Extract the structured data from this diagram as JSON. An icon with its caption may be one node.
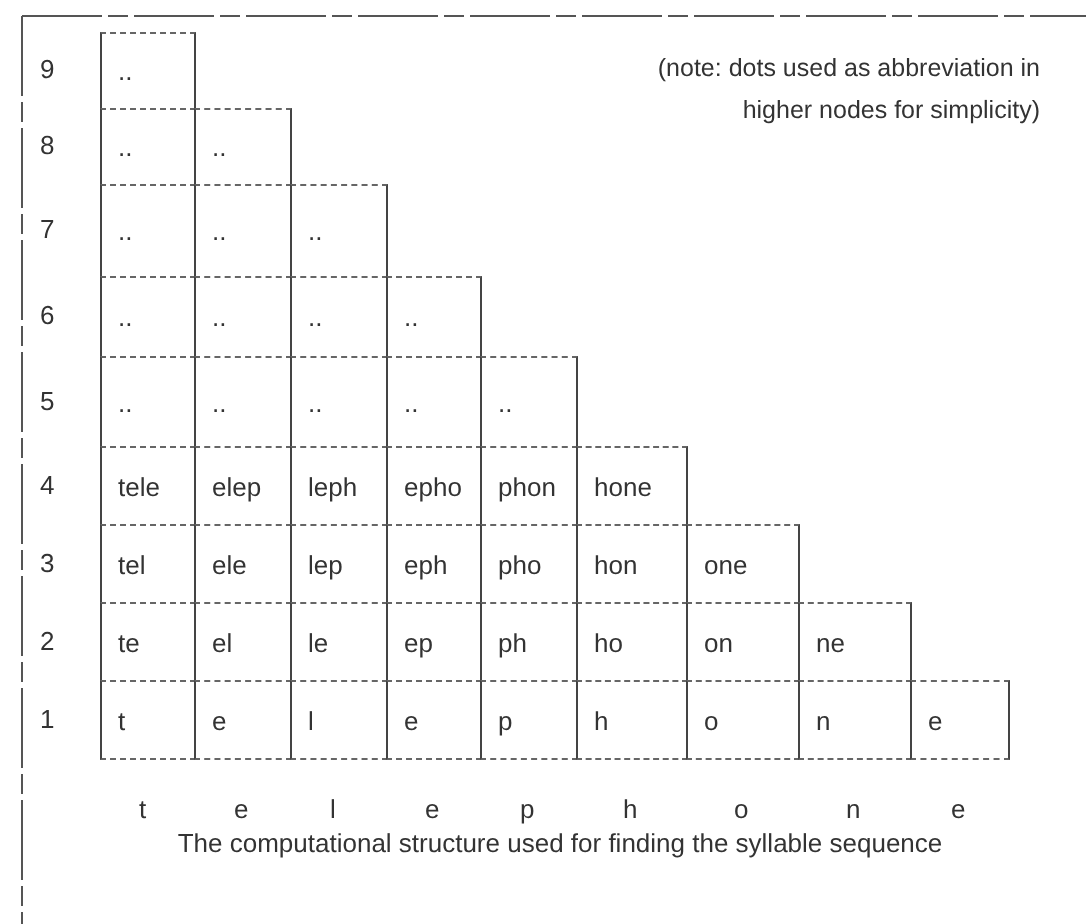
{
  "diagram": {
    "caption": "The computational structure used for finding the syllable sequence",
    "nodes": [
      {
        "text": [
          ".."
        ]
      },
      {
        "text": [
          ".."
        ]
      },
      {
        "text": [
          ".."
        ]
      },
      {
        "text": [
          ".."
        ]
      },
      {
        "text": [
          ".."
        ]
      },
      {
        "text": [
          ".."
        ]
      },
      {
        "text": [
          ".."
        ]
      },
      {
        "text": [
          ".."
        ]
      },
      {
        "text": [
          ".."
        ]
      },
      {
        "text": [
          ".."
        ]
      },
      {
        "text": [
          ".."
        ]
      },
      {
        "text": [
          ".."
        ]
      },
      {
        "text": [
          ".."
        ]
      },
      {
        "text": [
          ".."
        ]
      },
      {
        "text": [
          ".."
        ]
      },
      {
        "text": [
          "tele"
        ]
      },
      {
        "text": [
          "elep"
        ]
      },
      {
        "text": [
          "leph"
        ]
      },
      {
        "text": [
          "epho"
        ]
      },
      {
        "text": [
          "phon"
        ]
      },
      {
        "text": [
          "hone"
        ]
      },
      {
        "text": [
          "tel"
        ]
      },
      {
        "text": [
          "ele"
        ]
      },
      {
        "text": [
          "lep"
        ]
      },
      {
        "text": [
          "eph"
        ]
      },
      {
        "text": [
          "pho"
        ]
      },
      {
        "text": [
          "hon"
        ]
      },
      {
        "text": [
          "one"
        ]
      },
      {
        "text": [
          "te"
        ]
      },
      {
        "text": [
          "el"
        ]
      },
      {
        "text": [
          "le"
        ]
      },
      {
        "text": [
          "ep"
        ]
      },
      {
        "text": [
          "ph"
        ]
      },
      {
        "text": [
          "ho"
        ]
      },
      {
        "text": [
          "on"
        ]
      },
      {
        "text": [
          "ne"
        ]
      },
      {
        "text": [
          "t"
        ]
      },
      {
        "text": [
          "e"
        ]
      },
      {
        "text": [
          "l"
        ]
      },
      {
        "text": [
          "e"
        ]
      },
      {
        "text": [
          "p"
        ]
      },
      {
        "text": [
          "h"
        ]
      },
      {
        "text": [
          "o"
        ]
      },
      {
        "text": [
          "n"
        ]
      },
      {
        "text": [
          "e"
        ]
      }
    ],
    "labels": [
      "(note: dots used as abbreviation in higher nodes for simplicity)",
      "9",
      "8",
      "7",
      "6",
      "5",
      "4",
      "3",
      "2",
      "1",
      "t",
      "e",
      "l",
      "e",
      "p",
      "h",
      "o",
      "n",
      "e"
    ]
  }
}
